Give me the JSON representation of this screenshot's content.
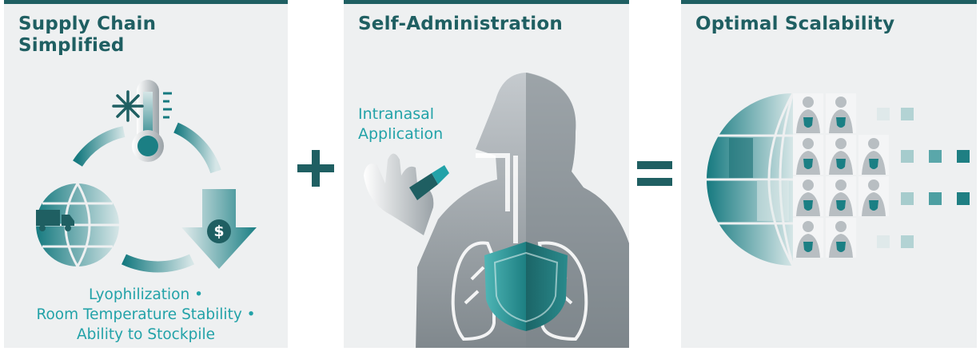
{
  "panels": [
    {
      "title_lines": [
        "Supply Chain",
        "Simplified"
      ],
      "caption_lines": [
        "Lyophilization •",
        "Room Temperature Stability •",
        "Ability to Stockpile"
      ],
      "icon": "supply-cycle-icon",
      "dollar_symbol": "$"
    },
    {
      "title_lines": [
        "Self-Administration"
      ],
      "label_lines": [
        "Intranasal",
        "Application"
      ],
      "icon": "person-intranasal-shield-icon"
    },
    {
      "title_lines": [
        "Optimal Scalability"
      ],
      "icon": "globe-population-icon"
    }
  ],
  "operators": [
    "+",
    "="
  ],
  "colors": {
    "teal_dark": "#1f5f62",
    "teal": "#22a2a8",
    "panel_bg": "#eef0f1",
    "gray": "#9aa2a7"
  }
}
